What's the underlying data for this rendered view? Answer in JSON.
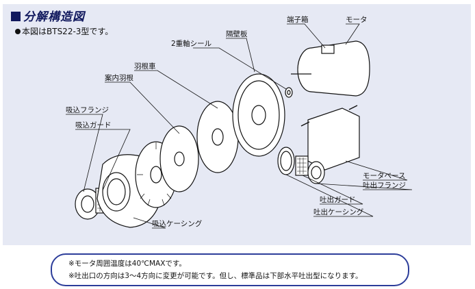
{
  "title": "分解構造図",
  "subtitle": "本図はBTS22-3型です。",
  "labels": {
    "terminal_box": "端子箱",
    "motor": "モータ",
    "partition_plate": "隔壁板",
    "double_shaft_seal": "2重軸シール",
    "impeller": "羽根車",
    "guide_vane": "案内羽根",
    "suction_flange": "吸込フランジ",
    "suction_guard": "吸込ガード",
    "suction_casing": "吸込ケーシング",
    "motor_base": "モータベース",
    "discharge_flange": "吐出フランジ",
    "discharge_guard": "吐出ガード",
    "discharge_casing": "吐出ケーシング"
  },
  "notes": [
    "※モータ周囲温度は40℃MAXです。",
    "※吐出口の方向は3～4方向に変更が可能です。但し、標準品は下部水平吐出型になります。"
  ],
  "colors": {
    "accent": "#11195e",
    "border": "#2c3d9a",
    "panel": "#e6e9f4"
  }
}
